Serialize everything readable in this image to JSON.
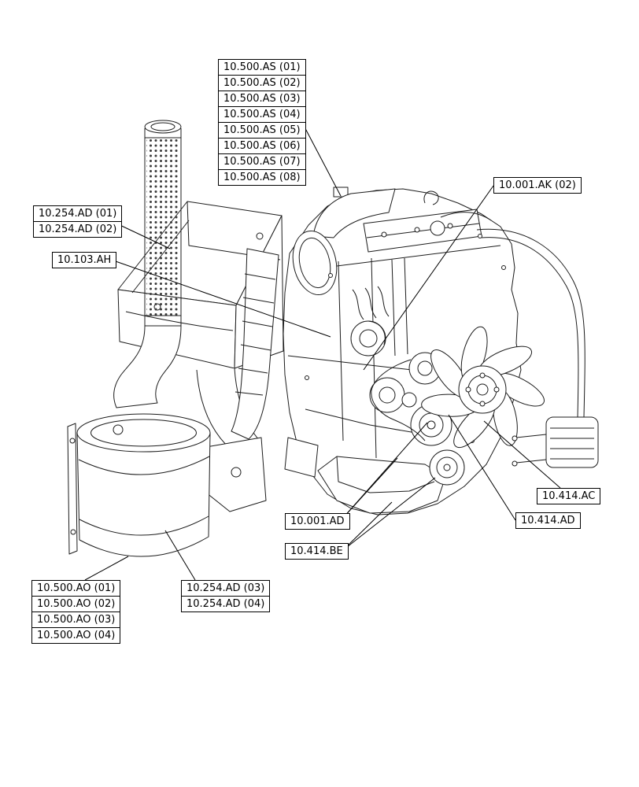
{
  "diagram": {
    "colors": {
      "line": "#000000",
      "background": "#ffffff"
    },
    "callouts": {
      "as_group": [
        "10.500.AS (01)",
        "10.500.AS (02)",
        "10.500.AS (03)",
        "10.500.AS (04)",
        "10.500.AS (05)",
        "10.500.AS (06)",
        "10.500.AS (07)",
        "10.500.AS (08)"
      ],
      "ad_top_group": [
        "10.254.AD (01)",
        "10.254.AD (02)"
      ],
      "ah": "10.103.AH",
      "ak": "10.001.AK (02)",
      "ac": "10.414.AC",
      "ad_right": "10.414.AD",
      "ad_center": "10.001.AD",
      "be": "10.414.BE",
      "ao_group": [
        "10.500.AO (01)",
        "10.500.AO (02)",
        "10.500.AO (03)",
        "10.500.AO (04)"
      ],
      "ad_bottom_group": [
        "10.254.AD (03)",
        "10.254.AD (04)"
      ]
    }
  }
}
